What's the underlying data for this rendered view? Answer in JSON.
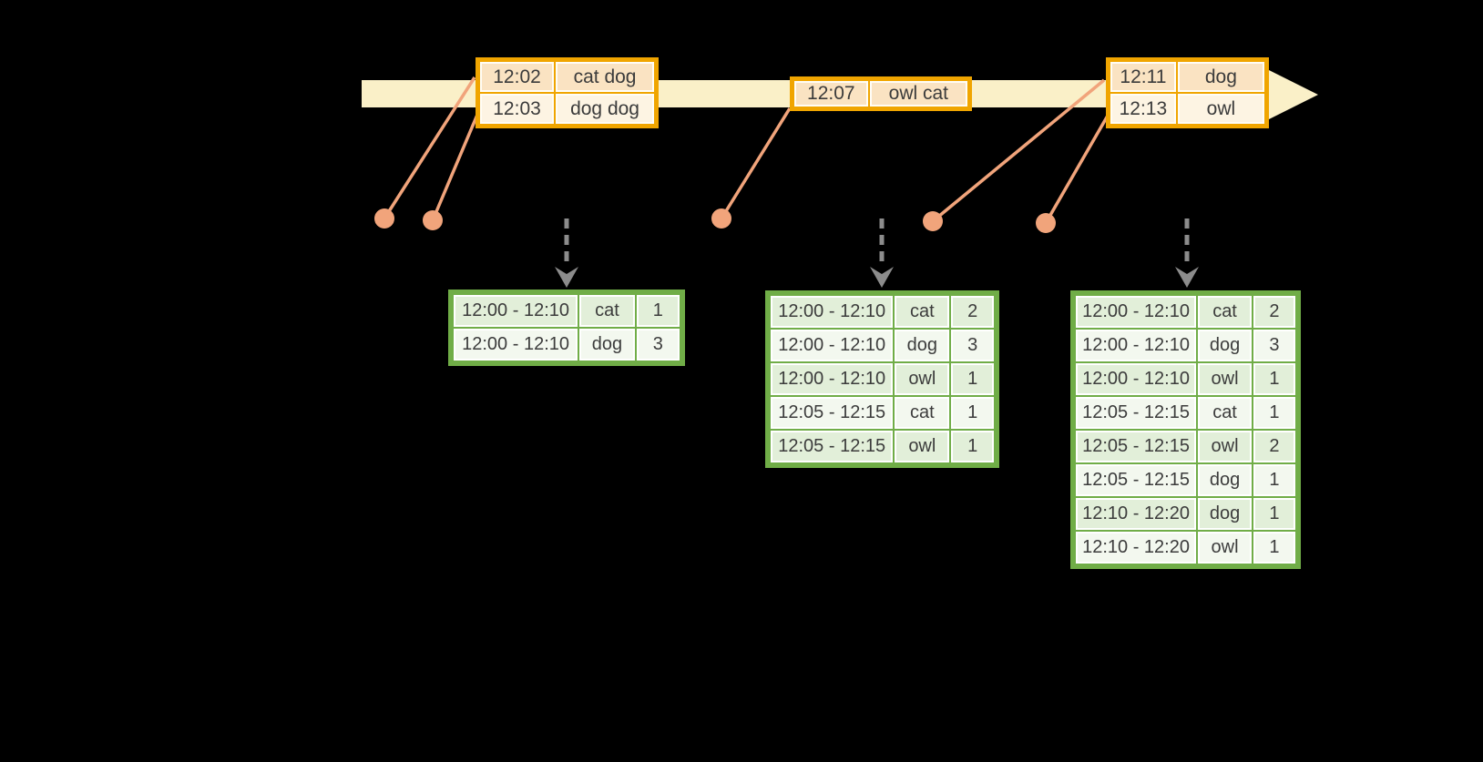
{
  "diagram": {
    "kind": "streaming-windowed-word-count-timeline",
    "colors": {
      "background": "#000000",
      "timeline_band": "#FAF0C8",
      "event_table_border": "#F0A500",
      "event_row_dark": "#FAE3C2",
      "event_row_light": "#FDF4E3",
      "event_dot": "#F1A47B",
      "result_table_border": "#70AD47",
      "result_row_dark": "#E2EFD9",
      "result_row_light": "#F3F8EF",
      "trigger_arrow_gray": "#8C8C8C",
      "text": "#3B3B3B"
    },
    "icons": {
      "timeline_arrowhead": "right-arrow",
      "trigger_arrow": "dashed-down-arrow",
      "event_marker": "dot"
    }
  },
  "event_tables": [
    {
      "rows": [
        [
          "12:02",
          "cat dog"
        ],
        [
          "12:03",
          "dog dog"
        ]
      ]
    },
    {
      "rows": [
        [
          "12:07",
          "owl cat"
        ]
      ]
    },
    {
      "rows": [
        [
          "12:11",
          "dog"
        ],
        [
          "12:13",
          "owl"
        ]
      ]
    }
  ],
  "result_tables": [
    {
      "rows": [
        [
          "12:00 - 12:10",
          "cat",
          "1"
        ],
        [
          "12:00 - 12:10",
          "dog",
          "3"
        ]
      ]
    },
    {
      "rows": [
        [
          "12:00 - 12:10",
          "cat",
          "2"
        ],
        [
          "12:00 - 12:10",
          "dog",
          "3"
        ],
        [
          "12:00 - 12:10",
          "owl",
          "1"
        ],
        [
          "12:05 - 12:15",
          "cat",
          "1"
        ],
        [
          "12:05 - 12:15",
          "owl",
          "1"
        ]
      ]
    },
    {
      "rows": [
        [
          "12:00 - 12:10",
          "cat",
          "2"
        ],
        [
          "12:00 - 12:10",
          "dog",
          "3"
        ],
        [
          "12:00 - 12:10",
          "owl",
          "1"
        ],
        [
          "12:05 - 12:15",
          "cat",
          "1"
        ],
        [
          "12:05 - 12:15",
          "owl",
          "2"
        ],
        [
          "12:05 - 12:15",
          "dog",
          "1"
        ],
        [
          "12:10 - 12:20",
          "dog",
          "1"
        ],
        [
          "12:10 - 12:20",
          "owl",
          "1"
        ]
      ]
    }
  ]
}
